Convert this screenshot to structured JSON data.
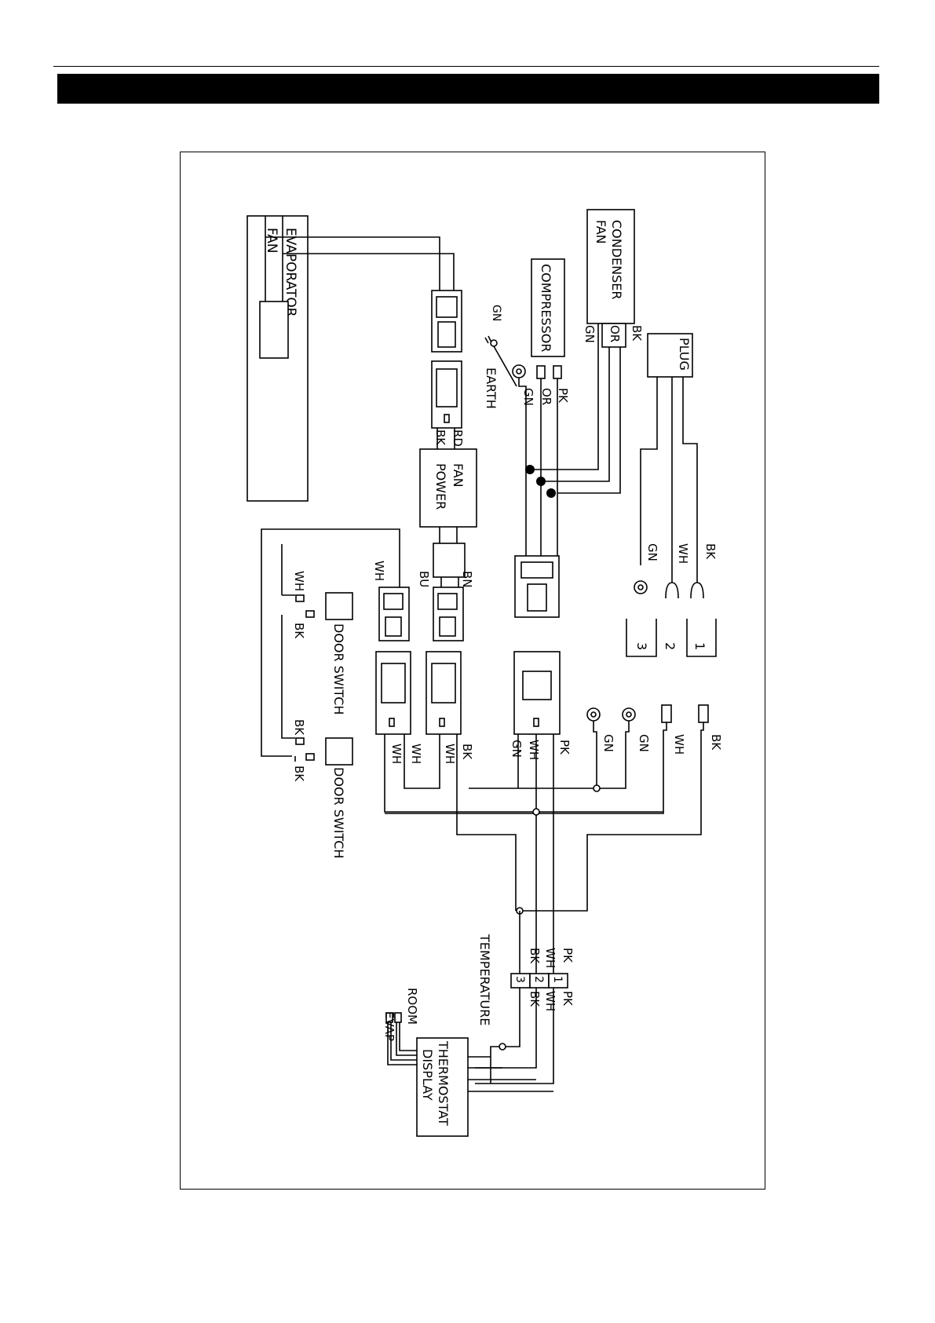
{
  "components": {
    "evaporator_fan": "EVAPORATOR\nFAN",
    "fan_power": "FAN\nPOWER",
    "compressor": "COMPRESSOR",
    "condenser_fan": "CONDENSER\nFAN",
    "plug": "PLUG",
    "door_switch_1": "DOOR SWITCH",
    "door_switch_2": "DOOR SWITCH",
    "thermostat_display": "THERMOSTAT\nDISPLAY",
    "temperature": "TEMPERATURE",
    "earth": "EARTH",
    "room": "ROOM",
    "evap": "EVAP"
  },
  "wire_labels": {
    "fp_rd": "RD",
    "fp_bk": "BK",
    "fp_bn": "BN",
    "fp_bu": "BU",
    "cf_gn": "GN",
    "cf_or": "OR",
    "cf_bk": "BK",
    "comp_gn": "GN",
    "comp_or": "OR",
    "comp_pk": "PK",
    "earth_gn": "GN",
    "plug_gn": "GN",
    "plug_wh": "WH",
    "plug_bk": "BK",
    "ds_wh_top": "WH",
    "ds_wh": "WH",
    "ds_bk1": "BK",
    "ds_bk2": "BK",
    "ds_bk3": "BK",
    "r_wh1": "WH",
    "r_wh2": "WH",
    "r_wh3": "WH",
    "r_bk": "BK",
    "r_gn": "GN",
    "r_wh4": "WH",
    "r_pk": "PK",
    "t_gn1": "GN",
    "t_gn2": "GN",
    "t_wh": "WH",
    "t_bk": "BK",
    "term_pk_l": "PK",
    "term_wh_l": "WH",
    "term_bk_l": "BK",
    "term_pk_r": "PK",
    "term_wh_r": "WH",
    "term_bk_r": "BK"
  },
  "terminal_numbers": [
    "1",
    "2",
    "3"
  ],
  "plug_pin_numbers": [
    "1",
    "2",
    "3"
  ]
}
